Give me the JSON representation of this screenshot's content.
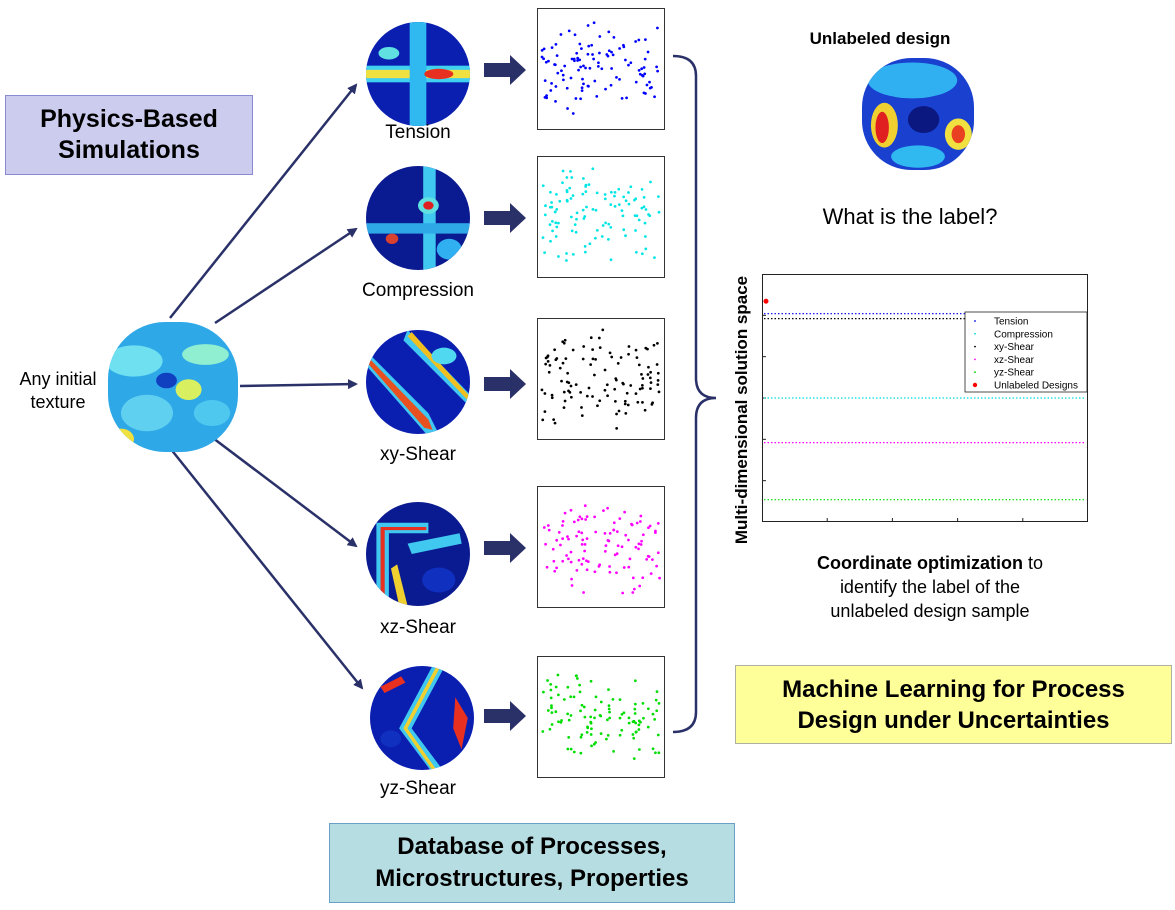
{
  "boxes": {
    "physics": [
      "Physics-Based",
      "Simulations"
    ],
    "database": [
      "Database of Processes,",
      "Microstructures, Properties"
    ],
    "ml": [
      "Machine Learning for Process",
      "Design under Uncertainties"
    ]
  },
  "initial_texture": [
    "Any initial",
    "texture"
  ],
  "processes": [
    {
      "label": "Tension",
      "color": "#0000ff"
    },
    {
      "label": "Compression",
      "color": "#00e5e5"
    },
    {
      "label": "xy-Shear",
      "color": "#000000"
    },
    {
      "label": "xz-Shear",
      "color": "#ff00ff"
    },
    {
      "label": "yz-Shear",
      "color": "#00dd00"
    }
  ],
  "unlabeled": {
    "title": "Unlabeled design",
    "question": "What is the label?"
  },
  "solution_space_label": "Multi-dimensional solution space",
  "coordinate_text": {
    "bold": "Coordinate optimization",
    "rest1": " to",
    "line2": "identify the label of the",
    "line3": "unlabeled design sample"
  },
  "colors": {
    "physics_bg": "#ccccee",
    "database_bg": "#b6dde2",
    "ml_bg": "#ffff99",
    "arrow": "#2a3168"
  },
  "chart_data": {
    "type": "scatter",
    "title": "",
    "xlabel": "",
    "ylabel": "",
    "legend_position": "top-right",
    "series": [
      {
        "name": "Tension",
        "color": "#0000ff",
        "y_level": 0.84
      },
      {
        "name": "Compression",
        "color": "#00dddd",
        "y_level": 0.5
      },
      {
        "name": "xy-Shear",
        "color": "#000000",
        "y_level": 0.82
      },
      {
        "name": "xz-Shear",
        "color": "#ff00ff",
        "y_level": 0.32
      },
      {
        "name": "yz-Shear",
        "color": "#00dd00",
        "y_level": 0.09
      },
      {
        "name": "Unlabeled Designs",
        "color": "#ff0000",
        "y_level": 0.89
      }
    ]
  }
}
